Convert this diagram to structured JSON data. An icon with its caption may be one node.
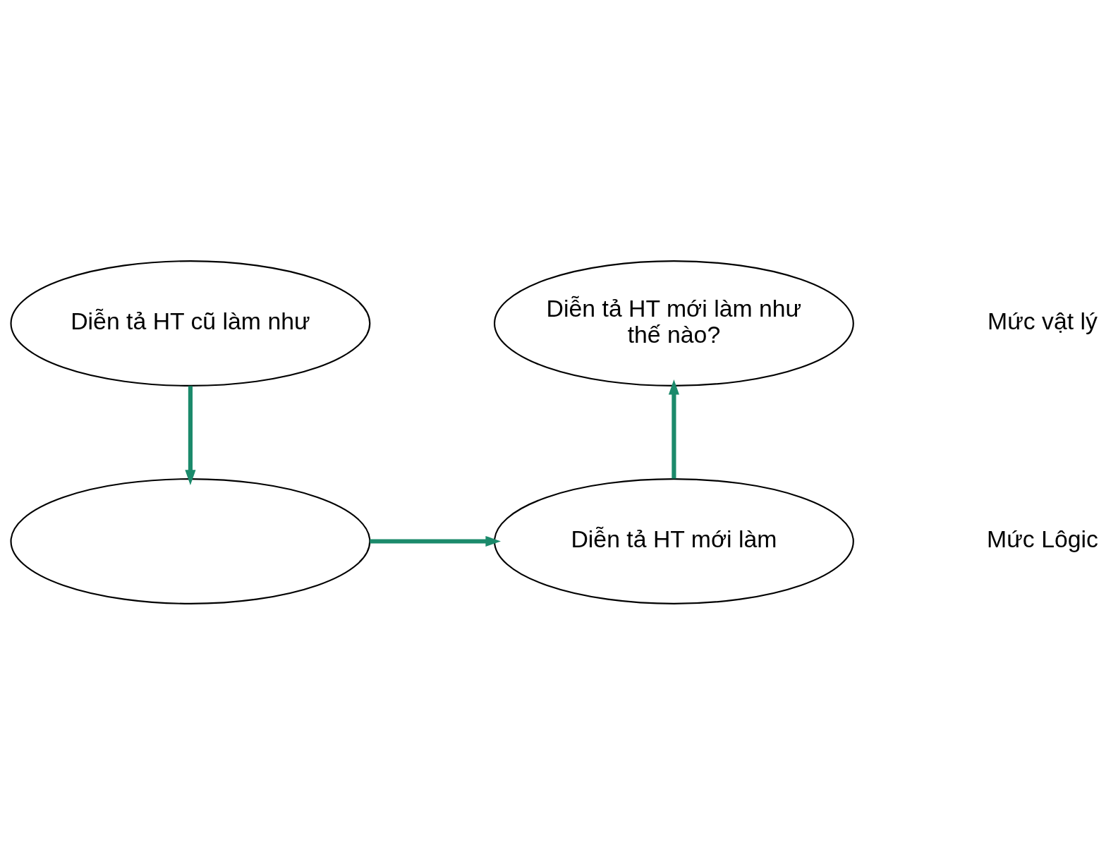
{
  "diagram": {
    "nodes": [
      {
        "text": [
          "Diễn tả HT cũ làm như"
        ]
      },
      {
        "text": [
          "Diễn tả HT mới làm như thế nào?"
        ]
      },
      {
        "text": [],
        "shape": "ellipse"
      },
      {
        "text": [
          "Diễn tả HT mới làm"
        ]
      }
    ],
    "edges": [
      {
        "from": 0,
        "to": 2,
        "arrow": "to"
      },
      {
        "from": 2,
        "to": 3,
        "arrow": "to"
      },
      {
        "from": 3,
        "to": 1,
        "arrow": "to"
      }
    ],
    "labels": [
      "Mức vật lý",
      "Mức Lôgic"
    ]
  }
}
